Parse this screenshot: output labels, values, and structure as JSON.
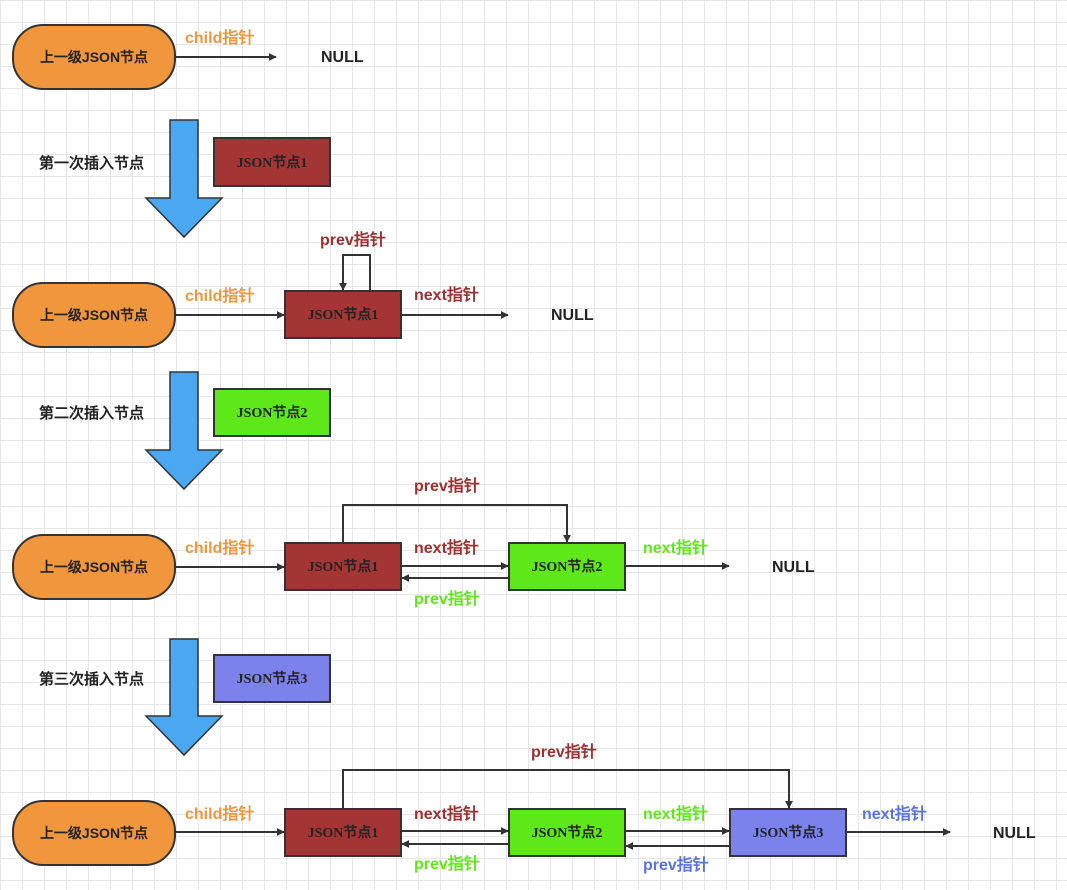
{
  "colors": {
    "parent": "#f0963c",
    "node1": "#a33535",
    "node2": "#5ee81a",
    "node3": "#7b82ec",
    "child_label": "#f0963c",
    "prev_label_red": "#9a3030",
    "arrow_blue": "#4aa8f0"
  },
  "labels": {
    "parent": "上一级JSON节点",
    "child_ptr": "child指针",
    "prev_ptr": "prev指针",
    "next_ptr": "next指针",
    "null": "NULL",
    "node1": "JSON节点1",
    "node2": "JSON节点2",
    "node3": "JSON节点3"
  },
  "steps": [
    "第一次插入节点",
    "第二次插入节点",
    "第三次插入节点"
  ]
}
